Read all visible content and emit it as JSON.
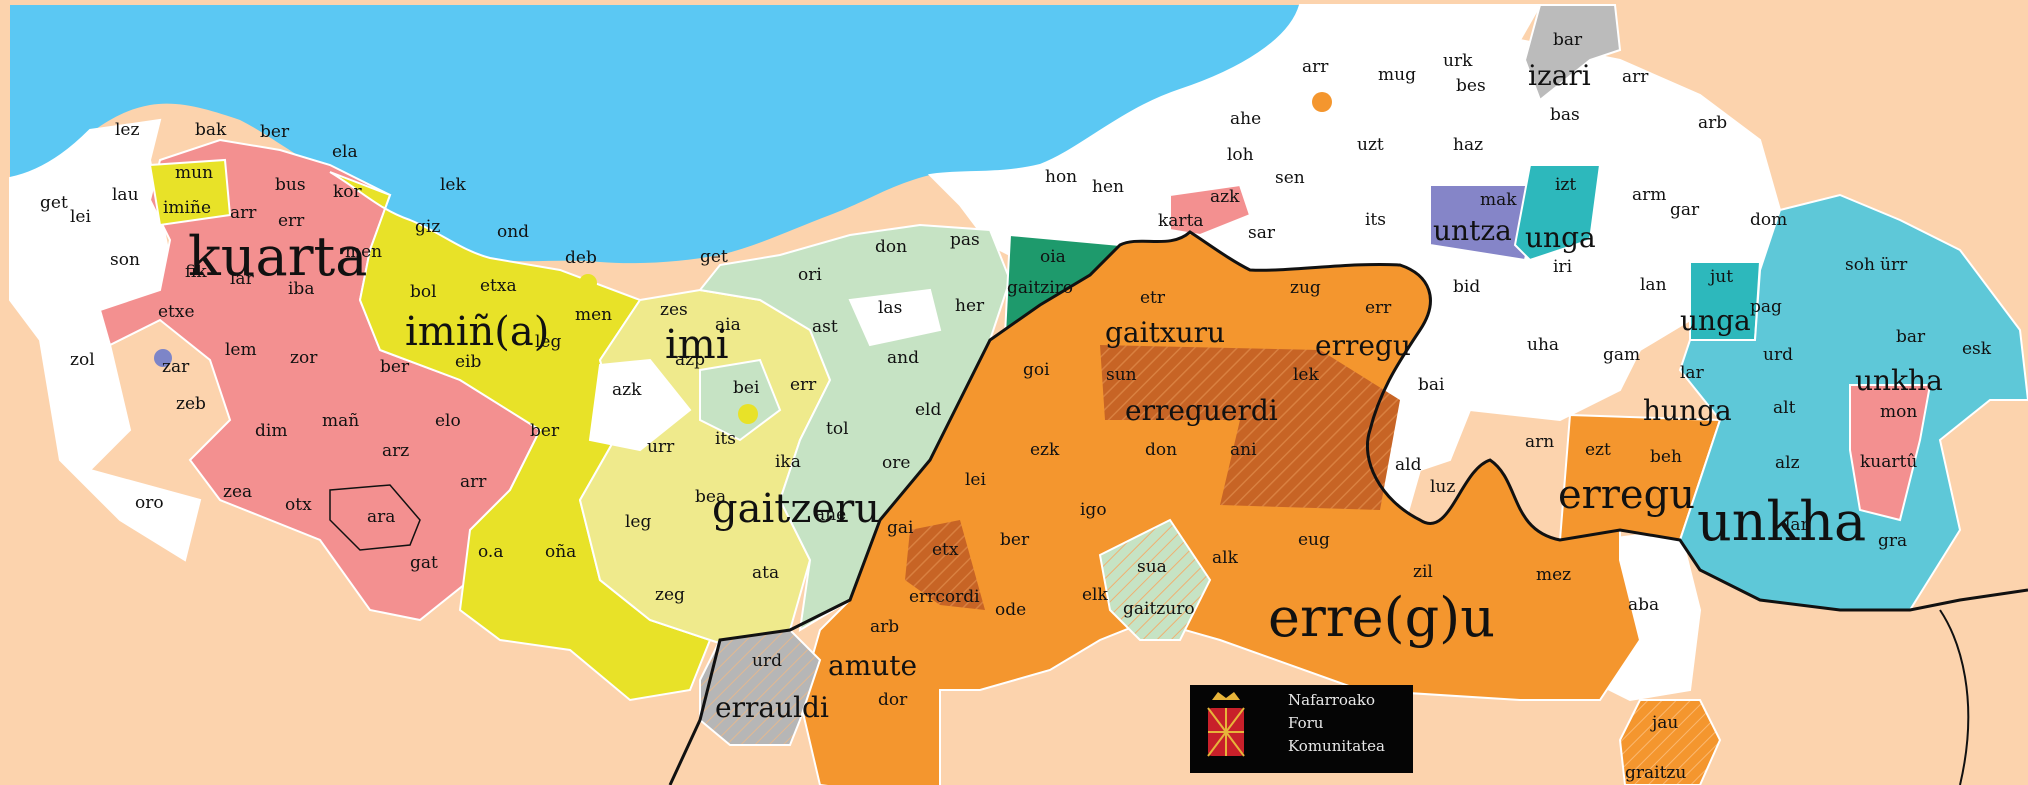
{
  "colors": {
    "sea": "#5bc8f3",
    "land_outside": "#fcd3ad",
    "white_area": "#ffffff",
    "kuarta": "#f39090",
    "imina": "#e8e228",
    "imi": "#efea8c",
    "gaitzeru": "#c6e3c4",
    "erregu": "#f4962e",
    "erreguerdi": "#c76425",
    "gaitziro": "#1e9a6c",
    "unkha": "#5ec8d8",
    "unga_teal": "#2db8bc",
    "untza": "#8585c8",
    "izari": "#bbbbbb",
    "errauldi": "#b6b6b6",
    "dot_orange": "#f4962e",
    "dot_purple": "#7d85c8",
    "dot_pink": "#f39090",
    "dot_yellow": "#e8e228"
  },
  "labels": {
    "big": {
      "kuarta": "kuarta",
      "imina": "imiñ(a)",
      "imi": "imi",
      "gaitzeru": "gaitzeru",
      "gaitxuru": "gaitxuru",
      "erregu_a": "erregu",
      "erreguerdi": "erreguerdi",
      "erregu_b": "erregu",
      "erregu_main": "erre(g)u",
      "unkha_a": "unkha",
      "unkha_b": "unkha",
      "untza": "untza",
      "unga_a": "unga",
      "unga_b": "unga",
      "hunga": "hunga",
      "izari": "izari",
      "amute": "amute",
      "errauldi": "errauldi",
      "gaitziro": "gaitziro",
      "karta": "karta",
      "kuartu": "kuartû",
      "imine": "imiñe",
      "errcordi": "errcordi",
      "gaitzuro": "gaitzuro",
      "graitzu": "graitzu"
    },
    "towns": [
      {
        "id": "lez",
        "text": "lez"
      },
      {
        "id": "bak",
        "text": "bak"
      },
      {
        "id": "ber1",
        "text": "ber"
      },
      {
        "id": "ela",
        "text": "ela"
      },
      {
        "id": "get1",
        "text": "get"
      },
      {
        "id": "lei1",
        "text": "lei"
      },
      {
        "id": "lau",
        "text": "lau"
      },
      {
        "id": "mun",
        "text": "mun"
      },
      {
        "id": "bus",
        "text": "bus"
      },
      {
        "id": "kor",
        "text": "kor"
      },
      {
        "id": "arr1",
        "text": "arr"
      },
      {
        "id": "err1",
        "text": "err"
      },
      {
        "id": "lek1",
        "text": "lek"
      },
      {
        "id": "giz",
        "text": "giz"
      },
      {
        "id": "ond",
        "text": "ond"
      },
      {
        "id": "son",
        "text": "son"
      },
      {
        "id": "men1",
        "text": "men"
      },
      {
        "id": "fik",
        "text": "fik"
      },
      {
        "id": "lar1",
        "text": "lar"
      },
      {
        "id": "iba",
        "text": "iba"
      },
      {
        "id": "bol",
        "text": "bol"
      },
      {
        "id": "etxa",
        "text": "etxa"
      },
      {
        "id": "deb",
        "text": "deb"
      },
      {
        "id": "men2",
        "text": "men"
      },
      {
        "id": "etxe",
        "text": "etxe"
      },
      {
        "id": "zol",
        "text": "zol"
      },
      {
        "id": "zar",
        "text": "zar"
      },
      {
        "id": "lem",
        "text": "lem"
      },
      {
        "id": "zor",
        "text": "zor"
      },
      {
        "id": "eib",
        "text": "eib"
      },
      {
        "id": "leg1",
        "text": "leg"
      },
      {
        "id": "zeb",
        "text": "zeb"
      },
      {
        "id": "ber2",
        "text": "ber"
      },
      {
        "id": "dim",
        "text": "dim"
      },
      {
        "id": "man",
        "text": "mañ"
      },
      {
        "id": "elo",
        "text": "elo"
      },
      {
        "id": "ber3",
        "text": "ber"
      },
      {
        "id": "arz",
        "text": "arz"
      },
      {
        "id": "oro",
        "text": "oro"
      },
      {
        "id": "zea",
        "text": "zea"
      },
      {
        "id": "otx",
        "text": "otx"
      },
      {
        "id": "ara",
        "text": "ara"
      },
      {
        "id": "arr2",
        "text": "arr"
      },
      {
        "id": "gat",
        "text": "gat"
      },
      {
        "id": "oa",
        "text": "o.a"
      },
      {
        "id": "ona",
        "text": "oña"
      },
      {
        "id": "get2",
        "text": "get"
      },
      {
        "id": "zes",
        "text": "zes"
      },
      {
        "id": "aia",
        "text": "aia"
      },
      {
        "id": "azp",
        "text": "azp"
      },
      {
        "id": "azk",
        "text": "azk"
      },
      {
        "id": "bei",
        "text": "bei"
      },
      {
        "id": "err2",
        "text": "err"
      },
      {
        "id": "urr",
        "text": "urr"
      },
      {
        "id": "its1",
        "text": "its"
      },
      {
        "id": "leg2",
        "text": "leg"
      },
      {
        "id": "bea",
        "text": "bea"
      },
      {
        "id": "zeg",
        "text": "zeg"
      },
      {
        "id": "ata",
        "text": "ata"
      },
      {
        "id": "ori",
        "text": "ori"
      },
      {
        "id": "don1",
        "text": "don"
      },
      {
        "id": "pas",
        "text": "pas"
      },
      {
        "id": "ast",
        "text": "ast"
      },
      {
        "id": "las",
        "text": "las"
      },
      {
        "id": "her",
        "text": "her"
      },
      {
        "id": "and",
        "text": "and"
      },
      {
        "id": "eld",
        "text": "eld"
      },
      {
        "id": "tol",
        "text": "tol"
      },
      {
        "id": "ika",
        "text": "ika"
      },
      {
        "id": "ore",
        "text": "ore"
      },
      {
        "id": "ane",
        "text": "ane"
      },
      {
        "id": "oia",
        "text": "oia"
      },
      {
        "id": "hon",
        "text": "hon"
      },
      {
        "id": "hen",
        "text": "hen"
      },
      {
        "id": "azk2",
        "text": "azk"
      },
      {
        "id": "etr",
        "text": "etr"
      },
      {
        "id": "zug",
        "text": "zug"
      },
      {
        "id": "err3",
        "text": "err"
      },
      {
        "id": "goi",
        "text": "goi"
      },
      {
        "id": "sun",
        "text": "sun"
      },
      {
        "id": "lek2",
        "text": "lek"
      },
      {
        "id": "ezk",
        "text": "ezk"
      },
      {
        "id": "don2",
        "text": "don"
      },
      {
        "id": "ani",
        "text": "ani"
      },
      {
        "id": "lei2",
        "text": "lei"
      },
      {
        "id": "igo",
        "text": "igo"
      },
      {
        "id": "gai",
        "text": "gai"
      },
      {
        "id": "etx",
        "text": "etx"
      },
      {
        "id": "ber4",
        "text": "ber"
      },
      {
        "id": "alk",
        "text": "alk"
      },
      {
        "id": "eug",
        "text": "eug"
      },
      {
        "id": "sua",
        "text": "sua"
      },
      {
        "id": "elk",
        "text": "elk"
      },
      {
        "id": "ode",
        "text": "ode"
      },
      {
        "id": "zil",
        "text": "zil"
      },
      {
        "id": "mez",
        "text": "mez"
      },
      {
        "id": "arb1",
        "text": "arb"
      },
      {
        "id": "urd1",
        "text": "urd"
      },
      {
        "id": "dor",
        "text": "dor"
      },
      {
        "id": "luz",
        "text": "luz"
      },
      {
        "id": "arr3",
        "text": "arr"
      },
      {
        "id": "mug",
        "text": "mug"
      },
      {
        "id": "urk",
        "text": "urk"
      },
      {
        "id": "bes",
        "text": "bes"
      },
      {
        "id": "bar1",
        "text": "bar"
      },
      {
        "id": "arr4",
        "text": "arr"
      },
      {
        "id": "ahe",
        "text": "ahe"
      },
      {
        "id": "bas",
        "text": "bas"
      },
      {
        "id": "arb2",
        "text": "arb"
      },
      {
        "id": "loh",
        "text": "loh"
      },
      {
        "id": "uzt",
        "text": "uzt"
      },
      {
        "id": "haz",
        "text": "haz"
      },
      {
        "id": "sen",
        "text": "sen"
      },
      {
        "id": "izt",
        "text": "izt"
      },
      {
        "id": "arm",
        "text": "arm"
      },
      {
        "id": "sar",
        "text": "sar"
      },
      {
        "id": "its2",
        "text": "its"
      },
      {
        "id": "mak",
        "text": "mak"
      },
      {
        "id": "gar",
        "text": "gar"
      },
      {
        "id": "dom",
        "text": "dom"
      },
      {
        "id": "iri",
        "text": "iri"
      },
      {
        "id": "bid",
        "text": "bid"
      },
      {
        "id": "lan",
        "text": "lan"
      },
      {
        "id": "jut",
        "text": "jut"
      },
      {
        "id": "soh",
        "text": "soh"
      },
      {
        "id": "urr2",
        "text": "ürr"
      },
      {
        "id": "pag",
        "text": "pag"
      },
      {
        "id": "uha",
        "text": "uha"
      },
      {
        "id": "gam",
        "text": "gam"
      },
      {
        "id": "urd2",
        "text": "urd"
      },
      {
        "id": "bar2",
        "text": "bar"
      },
      {
        "id": "esk",
        "text": "esk"
      },
      {
        "id": "bai",
        "text": "bai"
      },
      {
        "id": "lar2",
        "text": "lar"
      },
      {
        "id": "alt",
        "text": "alt"
      },
      {
        "id": "mon",
        "text": "mon"
      },
      {
        "id": "ald",
        "text": "ald"
      },
      {
        "id": "arn",
        "text": "arn"
      },
      {
        "id": "ezt",
        "text": "ezt"
      },
      {
        "id": "beh",
        "text": "beh"
      },
      {
        "id": "alz",
        "text": "alz"
      },
      {
        "id": "lar3",
        "text": "lar"
      },
      {
        "id": "gra",
        "text": "gra"
      },
      {
        "id": "aba",
        "text": "aba"
      },
      {
        "id": "jau",
        "text": "jau"
      }
    ]
  },
  "logo": {
    "line1": "Nafarroako",
    "line2": "Foru",
    "line3": "Komunitatea",
    "emblem": "navarre-coat-of-arms-icon"
  }
}
